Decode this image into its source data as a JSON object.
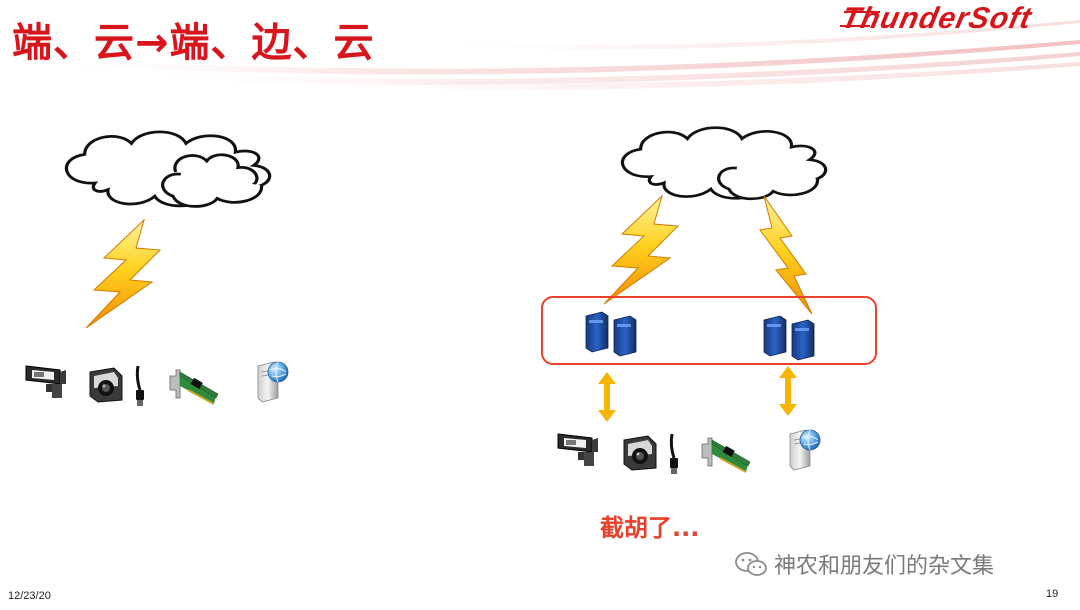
{
  "slide": {
    "title": "端、云→端、边、云",
    "logo_text": "ThunderSoft",
    "caption": "截胡了...",
    "watermark": "神农和朋友们的杂文集",
    "footer_date": "12/23/20",
    "page_number": "19"
  },
  "colors": {
    "accent_red": "#d9141b",
    "box_outline": "#e8402a",
    "arrow_orange": "#f7b500",
    "lightning_yellow": "#ffd21f",
    "lightning_orange": "#f28c00",
    "edge_node_blue": "#1f4fa8"
  },
  "icons": {
    "left_group": [
      "cloud-icon",
      "lightning-icon",
      "security-camera-icon",
      "webcam-icon",
      "usb-cable-icon",
      "network-card-icon",
      "server-globe-icon"
    ],
    "right_group": [
      "cloud-icon",
      "lightning-icon",
      "edge-server-icon",
      "double-arrow-icon",
      "security-camera-icon",
      "webcam-icon",
      "usb-cable-icon",
      "network-card-icon",
      "server-globe-icon"
    ],
    "watermark_icon": "wechat-icon"
  }
}
